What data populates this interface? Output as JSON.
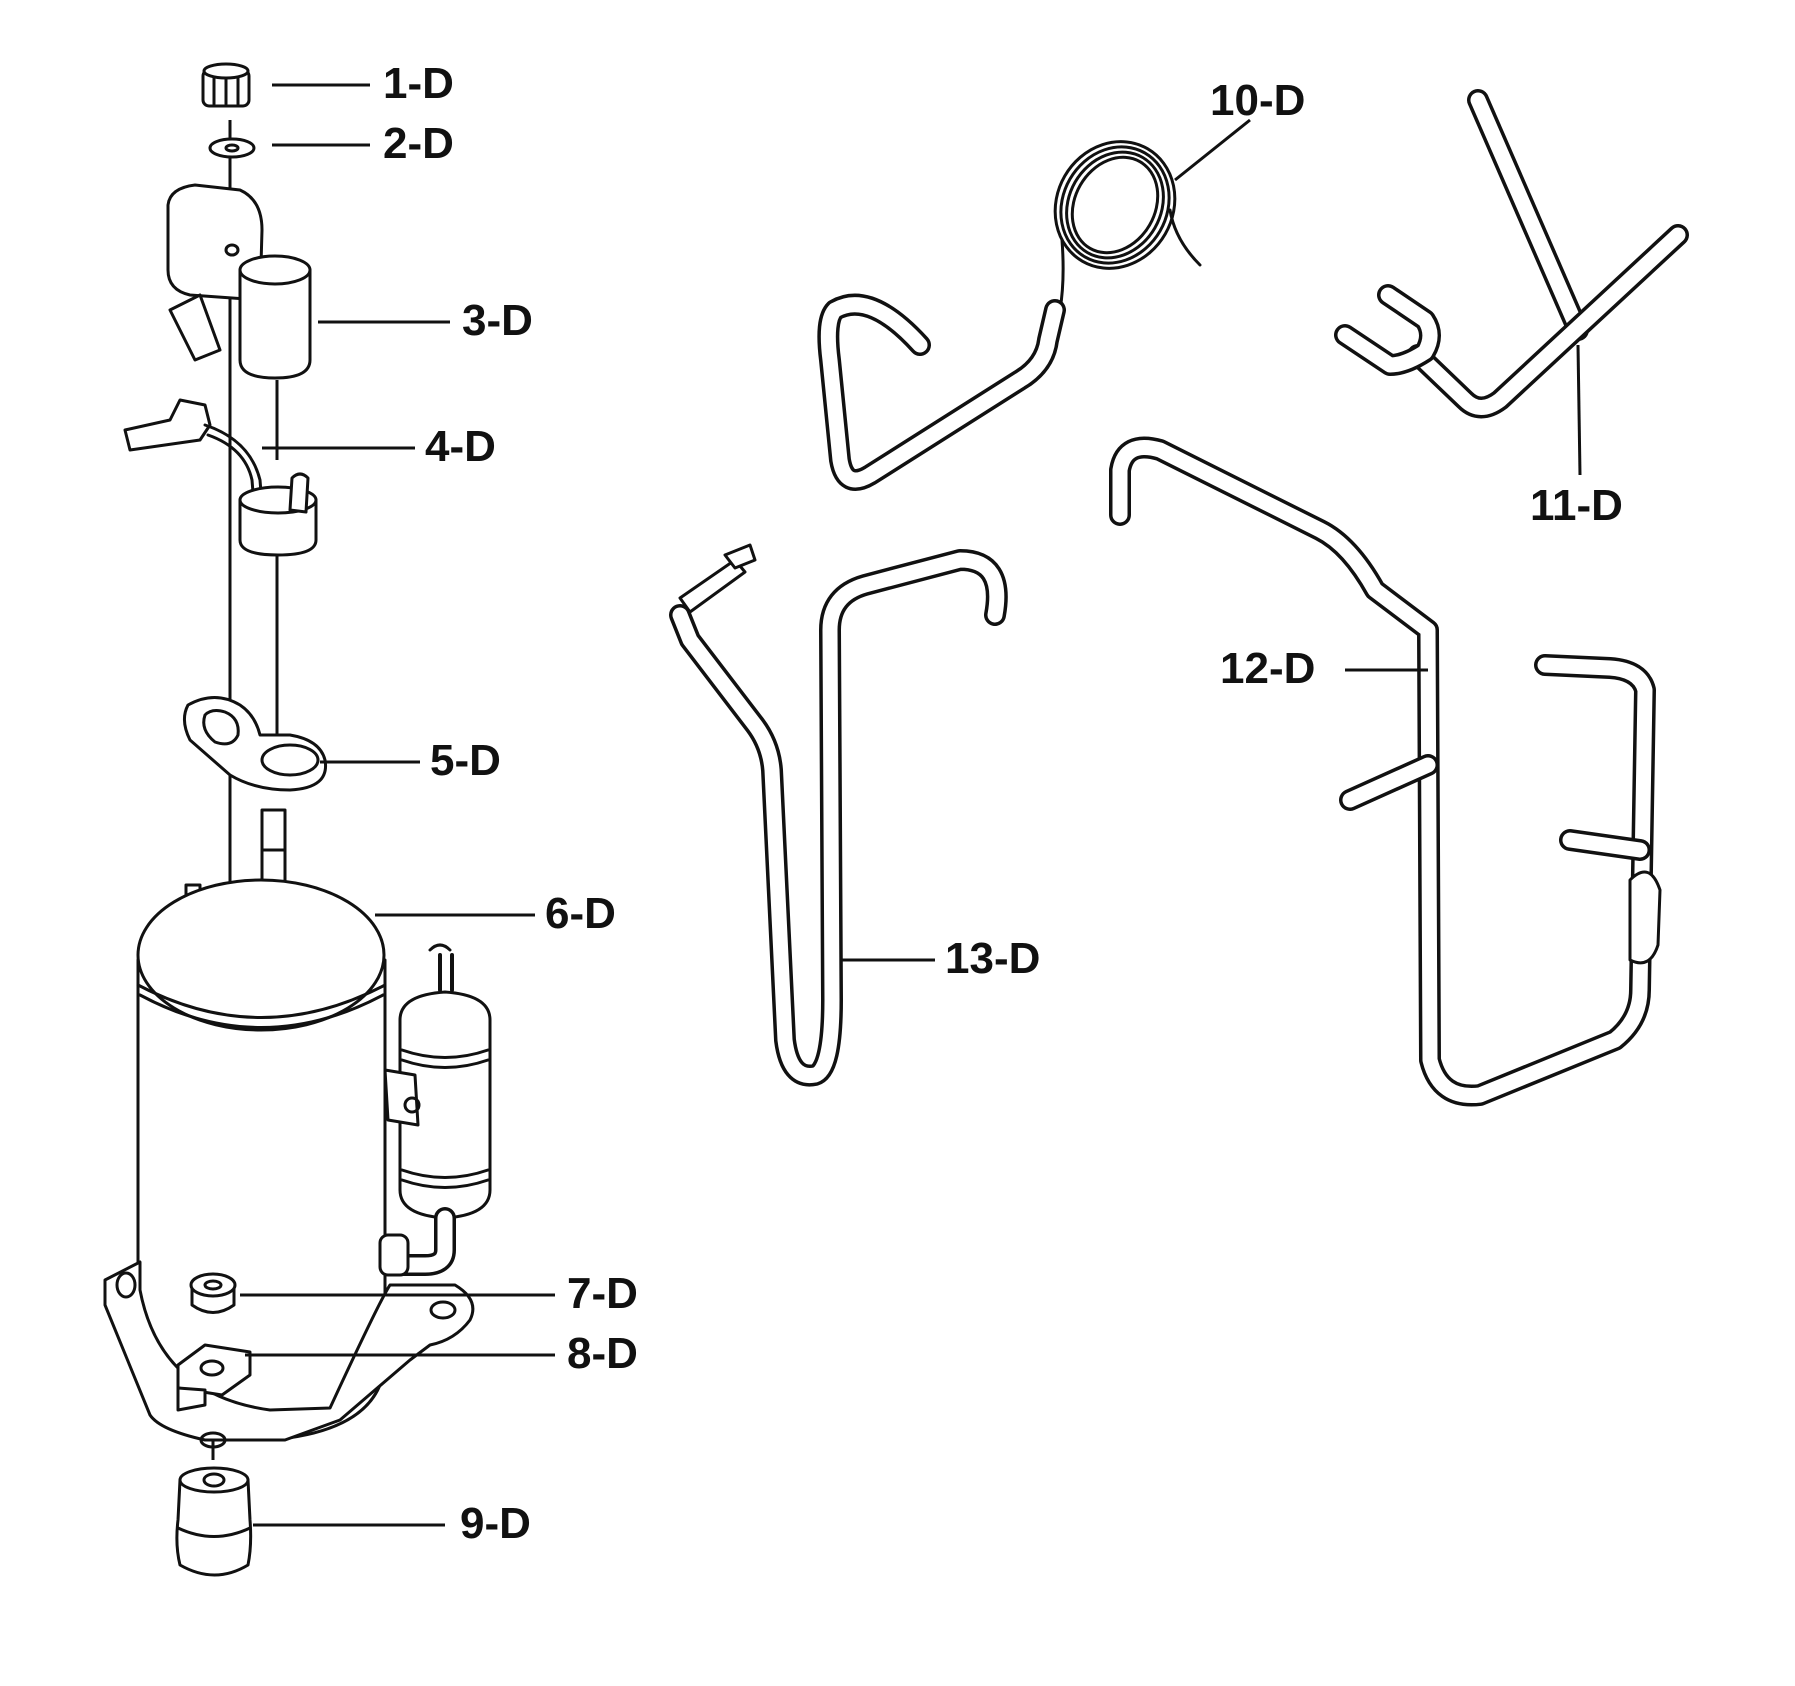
{
  "diagram": {
    "type": "exploded parts diagram",
    "parts": [
      {
        "id": "1-D",
        "label": "1-D",
        "icon": "cap-nut-icon"
      },
      {
        "id": "2-D",
        "label": "2-D",
        "icon": "washer-icon"
      },
      {
        "id": "3-D",
        "label": "3-D",
        "icon": "terminal-cover-icon"
      },
      {
        "id": "4-D",
        "label": "4-D",
        "icon": "lead-wire-icon"
      },
      {
        "id": "5-D",
        "label": "5-D",
        "icon": "gasket-icon"
      },
      {
        "id": "6-D",
        "label": "6-D",
        "icon": "compressor-icon"
      },
      {
        "id": "7-D",
        "label": "7-D",
        "icon": "nut-icon"
      },
      {
        "id": "8-D",
        "label": "8-D",
        "icon": "bracket-icon"
      },
      {
        "id": "9-D",
        "label": "9-D",
        "icon": "rubber-foot-icon"
      },
      {
        "id": "10-D",
        "label": "10-D",
        "icon": "capillary-tube-icon"
      },
      {
        "id": "11-D",
        "label": "11-D",
        "icon": "branch-pipe-icon"
      },
      {
        "id": "12-D",
        "label": "12-D",
        "icon": "discharge-pipe-icon"
      },
      {
        "id": "13-D",
        "label": "13-D",
        "icon": "suction-pipe-icon"
      }
    ]
  }
}
